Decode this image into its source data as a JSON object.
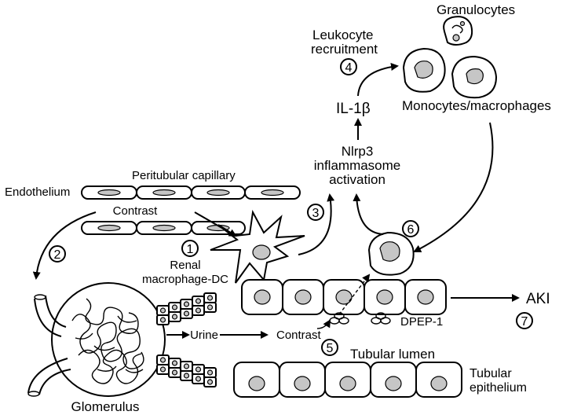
{
  "labels": {
    "granulocytes": "Granulocytes",
    "leukocyte_line1": "Leukocyte",
    "leukocyte_line2": "recruitment",
    "step4": "4",
    "il1b_prefix": "IL-1",
    "il1b_beta": "β",
    "monocytes": "Monocytes/macrophages",
    "nlrp3_line1": "Nlrp3",
    "nlrp3_line2": "inflammasome",
    "nlrp3_line3": "activation",
    "peritubular": "Peritubular capillary",
    "endothelium": "Endothelium",
    "contrast_top": "Contrast",
    "step1": "1",
    "renal_line1": "Renal",
    "renal_line2": "macrophage-DC",
    "step2": "2",
    "step3": "3",
    "step6": "6",
    "aki": "AKI",
    "step7": "7",
    "dpep": "DPEP-1",
    "contrast_bottom": "Contrast",
    "urine": "Urine",
    "step5": "5",
    "tubular_lumen": "Tubular lumen",
    "tubular_epi_line1": "Tubular",
    "tubular_epi_line2": "epithelium",
    "glomerulus": "Glomerulus"
  }
}
